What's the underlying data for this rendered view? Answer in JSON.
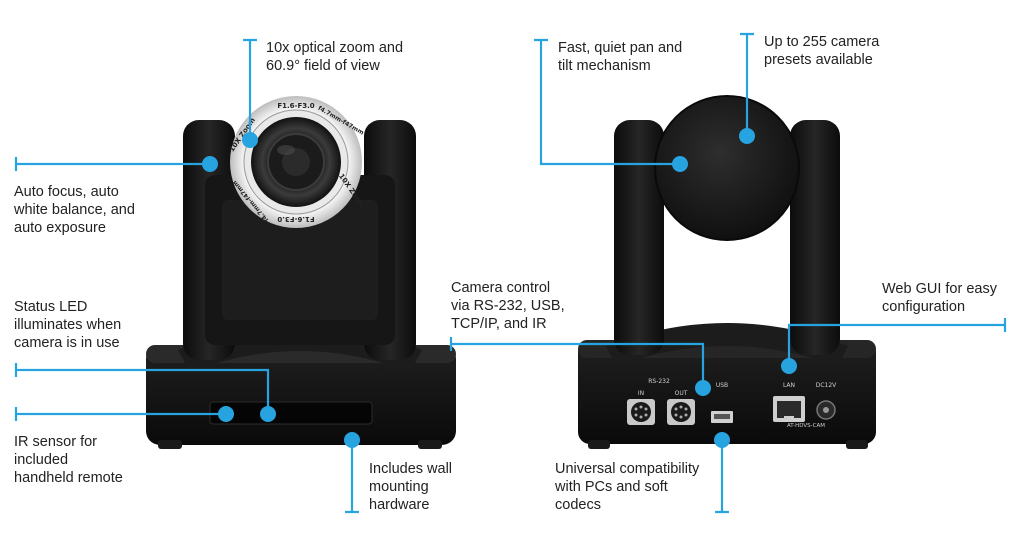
{
  "colors": {
    "accent": "#27a3e0",
    "camera_body": "#141414",
    "text": "#222222"
  },
  "callouts": {
    "zoom": "10x optical zoom and\n60.9° field of view",
    "autofocus": "Auto focus, auto\nwhite balance, and\nauto exposure",
    "status_led": "Status LED\nilluminates when\ncamera is in use",
    "ir_sensor": "IR sensor for\nincluded\nhandheld remote",
    "wall_mount": "Includes wall\nmounting\nhardware",
    "pan_tilt": "Fast, quiet pan and\ntilt mechanism",
    "presets": "Up to 255 camera\npresets available",
    "camera_control": "Camera control\nvia RS-232, USB,\nTCP/IP, and IR",
    "web_gui": "Web GUI for easy\nconfiguration",
    "compatibility": "Universal compatibility\nwith PCs and soft\ncodecs"
  },
  "lens_markings": {
    "top": "F1.6-F3.0",
    "top_right": "f4.7mm-f47mm",
    "left": "10X Zoom",
    "right": "10X Zoom",
    "bottom_left": "f4.7mm-f47mm",
    "bottom": "F1.6-F3.0"
  },
  "rear_panel": {
    "rs232": "RS-232",
    "in": "IN",
    "out": "OUT",
    "usb": "USB",
    "lan": "LAN",
    "dc": "DC12V",
    "model": "AT-HDVS-CAM"
  }
}
